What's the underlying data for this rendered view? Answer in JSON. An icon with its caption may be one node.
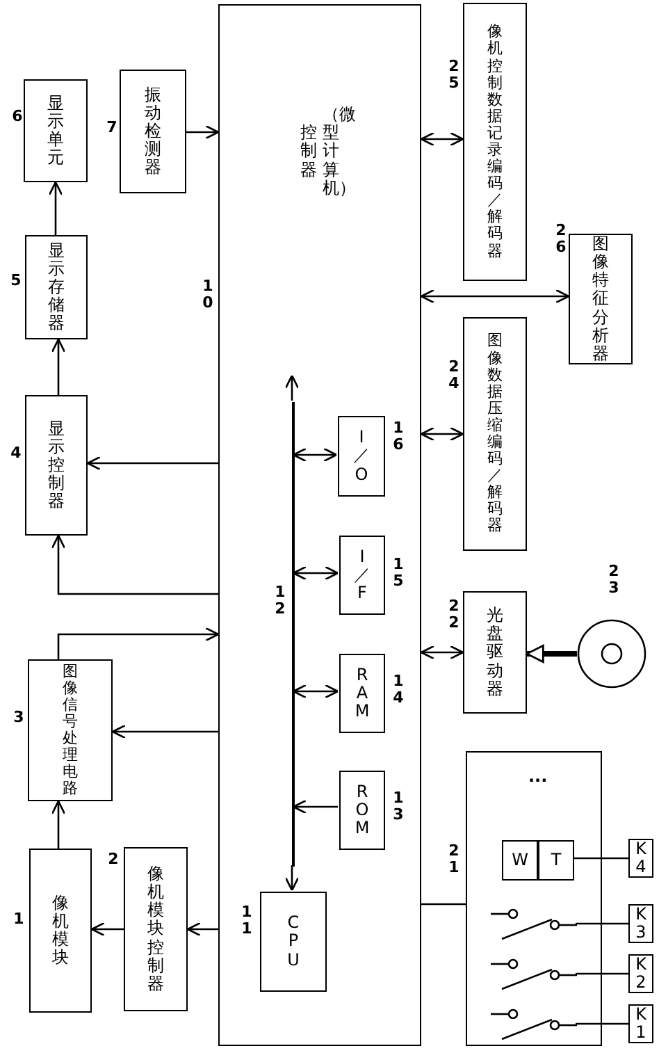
{
  "diagram": {
    "nodes": [
      {
        "text": [
          "显示单元"
        ],
        "beside": [
          "6"
        ]
      },
      {
        "text": [
          "振动检测器"
        ],
        "beside": [
          "7"
        ]
      },
      {
        "text": [
          "显示存储器"
        ],
        "beside": [
          "5"
        ]
      },
      {
        "text": [
          "显示控制器"
        ],
        "beside": [
          "4"
        ]
      },
      {
        "text": [
          "图像信号处理电路"
        ],
        "beside": [
          "3"
        ]
      },
      {
        "text": [
          "像机模块"
        ],
        "beside": [
          "1"
        ]
      },
      {
        "text": [
          "像机模块控制器"
        ],
        "beside": [
          "2"
        ]
      },
      {
        "text": [
          "控制器",
          "（微型计算机）"
        ],
        "beside": [
          "10"
        ]
      },
      {
        "text": [],
        "shape": "bar",
        "in": 7,
        "beside": [
          "12"
        ]
      },
      {
        "text": [
          "I／O"
        ],
        "in": 7,
        "beside": [
          "16"
        ]
      },
      {
        "text": [
          "I／F"
        ],
        "in": 7,
        "beside": [
          "15"
        ]
      },
      {
        "text": [
          "RAM"
        ],
        "in": 7,
        "beside": [
          "14"
        ]
      },
      {
        "text": [
          "ROM"
        ],
        "in": 7,
        "beside": [
          "13"
        ]
      },
      {
        "text": [
          "CPU"
        ],
        "in": 7,
        "beside": [
          "11"
        ]
      },
      {
        "text": [
          "像机控制数据记录编码／解码器"
        ],
        "beside": [
          "25"
        ]
      },
      {
        "text": [
          "图像特征分析器"
        ],
        "beside": [
          "26"
        ]
      },
      {
        "text": [
          "图像数据压缩编码／解码器"
        ],
        "beside": [
          "24"
        ]
      },
      {
        "text": [
          "光盘驱动器"
        ],
        "beside": [
          "22"
        ]
      },
      {
        "text": [],
        "shape": "circle",
        "beside": [
          "23"
        ]
      },
      {
        "text": [],
        "shape": "box",
        "beside": [
          "21"
        ]
      },
      {
        "text": [],
        "shape": "switch",
        "in": 19
      },
      {
        "text": [],
        "shape": "switch",
        "in": 19
      },
      {
        "text": [],
        "shape": "switch",
        "in": 19
      },
      {
        "text": [
          "W"
        ],
        "in": 19
      },
      {
        "text": [
          "T"
        ],
        "in": 19
      },
      {
        "text": [
          "K1"
        ]
      },
      {
        "text": [
          "K2"
        ]
      },
      {
        "text": [
          "K3"
        ]
      },
      {
        "text": [
          "K4"
        ]
      }
    ],
    "edges": [
      {
        "from": 1,
        "to": 7,
        "arrow": "to"
      },
      {
        "from": 7,
        "to": 3,
        "arrow": "to"
      },
      {
        "from": 7,
        "to": 3,
        "arrow": "to"
      },
      {
        "from": 4,
        "to": 7,
        "arrow": "to"
      },
      {
        "from": 7,
        "to": 4,
        "arrow": "to"
      },
      {
        "from": 5,
        "to": 4,
        "arrow": "to"
      },
      {
        "from": 6,
        "to": 5,
        "arrow": "to"
      },
      {
        "from": 7,
        "to": 6,
        "arrow": "to"
      },
      {
        "from": 3,
        "to": 2,
        "arrow": "to"
      },
      {
        "from": 2,
        "to": 0,
        "arrow": "to"
      },
      {
        "from": 7,
        "to": 14,
        "arrow": "both"
      },
      {
        "from": 7,
        "to": 15,
        "arrow": "both"
      },
      {
        "from": 7,
        "to": 16,
        "arrow": "both"
      },
      {
        "from": 7,
        "to": 17,
        "arrow": "both"
      },
      {
        "from": 7,
        "to": 19,
        "arrow": "none"
      },
      {
        "from": 18,
        "to": 17,
        "arrow": "to",
        "style": "thick"
      },
      {
        "from": 8,
        "to": null,
        "arrow": "to"
      },
      {
        "from": 8,
        "to": 13,
        "arrow": "to"
      },
      {
        "from": 12,
        "to": 8,
        "arrow": "to"
      },
      {
        "from": 8,
        "to": 11,
        "arrow": "both"
      },
      {
        "from": 8,
        "to": 10,
        "arrow": "both"
      },
      {
        "from": 8,
        "to": 9,
        "arrow": "both"
      },
      {
        "from": 25,
        "to": 22,
        "arrow": "none"
      },
      {
        "from": 26,
        "to": 21,
        "arrow": "none"
      },
      {
        "from": 27,
        "to": 20,
        "arrow": "none"
      },
      {
        "from": 28,
        "to": 24,
        "arrow": "none"
      }
    ],
    "labels": [
      "..."
    ]
  }
}
